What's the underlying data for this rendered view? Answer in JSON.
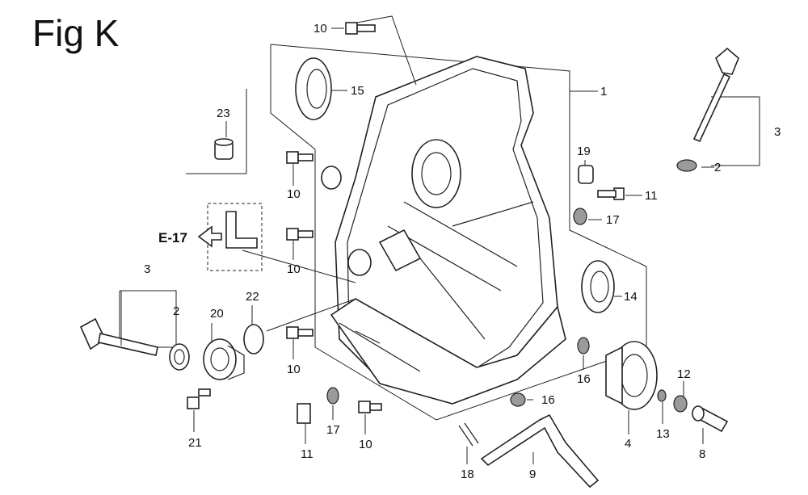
{
  "figure": {
    "title": "Fig K"
  },
  "reference": {
    "label": "E-17"
  },
  "callouts": [
    {
      "id": "c10a",
      "num": "10"
    },
    {
      "id": "c15",
      "num": "15"
    },
    {
      "id": "c1",
      "num": "1"
    },
    {
      "id": "c3a",
      "num": "3"
    },
    {
      "id": "c2a",
      "num": "2"
    },
    {
      "id": "c23",
      "num": "23"
    },
    {
      "id": "c10b",
      "num": "10"
    },
    {
      "id": "c19",
      "num": "19"
    },
    {
      "id": "c11a",
      "num": "11"
    },
    {
      "id": "c17a",
      "num": "17"
    },
    {
      "id": "c10c",
      "num": "10"
    },
    {
      "id": "c14",
      "num": "14"
    },
    {
      "id": "c3b",
      "num": "3"
    },
    {
      "id": "c2b",
      "num": "2"
    },
    {
      "id": "c20",
      "num": "20"
    },
    {
      "id": "c22",
      "num": "22"
    },
    {
      "id": "c10d",
      "num": "10"
    },
    {
      "id": "c16a",
      "num": "16"
    },
    {
      "id": "c12",
      "num": "12"
    },
    {
      "id": "c16b",
      "num": "16"
    },
    {
      "id": "c21",
      "num": "21"
    },
    {
      "id": "c11b",
      "num": "11"
    },
    {
      "id": "c17b",
      "num": "17"
    },
    {
      "id": "c10e",
      "num": "10"
    },
    {
      "id": "c4",
      "num": "4"
    },
    {
      "id": "c13",
      "num": "13"
    },
    {
      "id": "c8",
      "num": "8"
    },
    {
      "id": "c18",
      "num": "18"
    },
    {
      "id": "c9",
      "num": "9"
    }
  ]
}
